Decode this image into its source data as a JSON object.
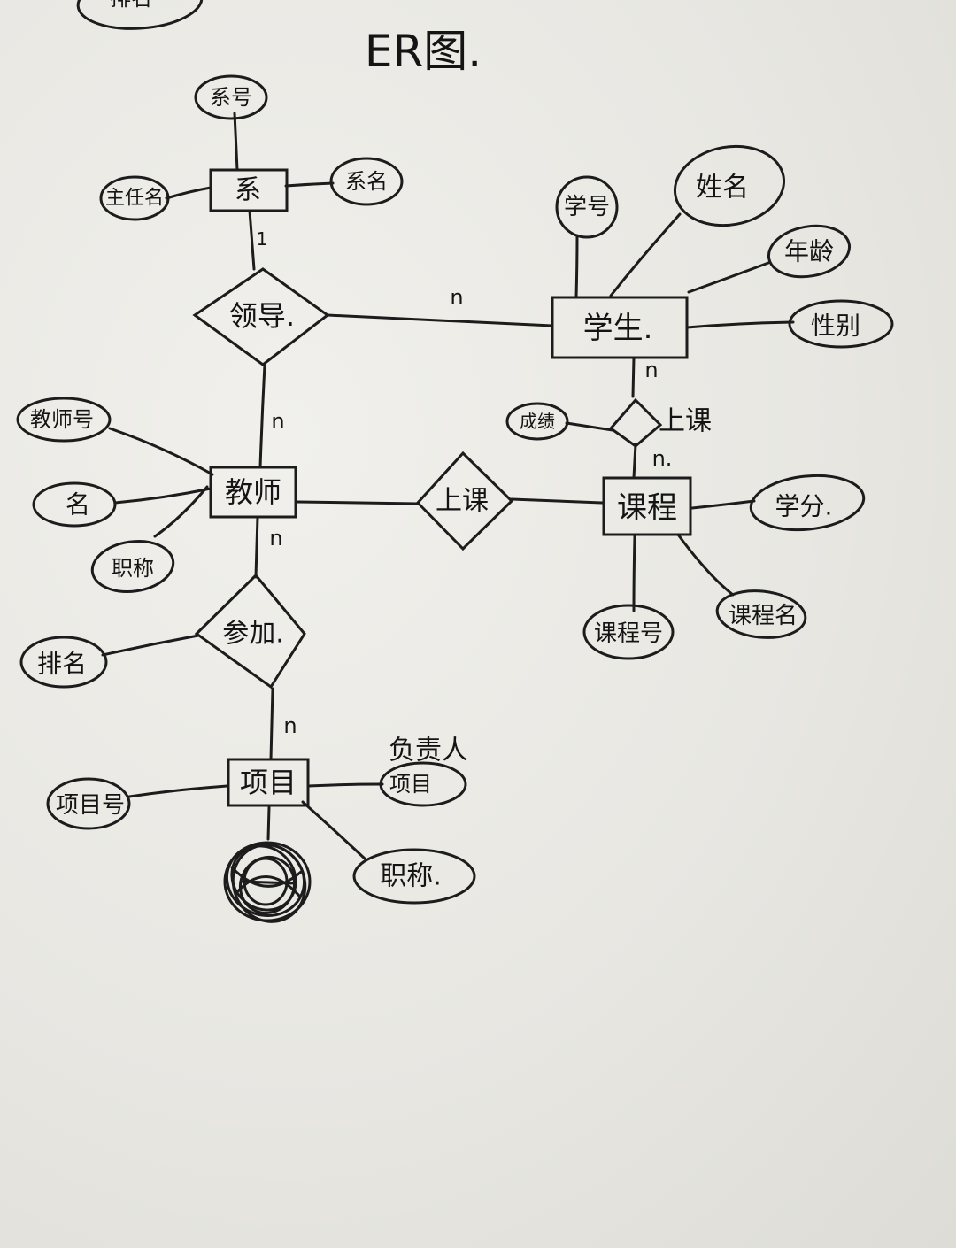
{
  "title": "ER图.",
  "colors": {
    "ink": "#1c1c1c",
    "paper": "#ecebe6"
  },
  "entities": [
    {
      "id": "dept",
      "label": "系"
    },
    {
      "id": "student",
      "label": "学生."
    },
    {
      "id": "teacher",
      "label": "教师"
    },
    {
      "id": "course",
      "label": "课程"
    },
    {
      "id": "project",
      "label": "项目"
    }
  ],
  "relationships": [
    {
      "id": "lead",
      "label": "领导."
    },
    {
      "id": "teach",
      "label": "上课"
    },
    {
      "id": "attend",
      "label": "上课"
    },
    {
      "id": "join",
      "label": "参加."
    }
  ],
  "attributes": [
    {
      "id": "cut_top",
      "label": "排名"
    },
    {
      "id": "dept_no",
      "label": "系号"
    },
    {
      "id": "dept_head",
      "label": "主任名"
    },
    {
      "id": "dept_name",
      "label": "系名"
    },
    {
      "id": "stu_no",
      "label": "学号"
    },
    {
      "id": "stu_name",
      "label": "姓名"
    },
    {
      "id": "stu_age",
      "label": "年龄"
    },
    {
      "id": "stu_sex",
      "label": "性别"
    },
    {
      "id": "t_no",
      "label": "教师号"
    },
    {
      "id": "t_name",
      "label": "名"
    },
    {
      "id": "t_title",
      "label": "职称"
    },
    {
      "id": "score",
      "label": "成绩"
    },
    {
      "id": "c_credit",
      "label": "学分."
    },
    {
      "id": "c_no",
      "label": "课程号"
    },
    {
      "id": "c_name",
      "label": "课程名"
    },
    {
      "id": "rank",
      "label": "排名"
    },
    {
      "id": "p_no",
      "label": "项目号"
    },
    {
      "id": "p_lead",
      "label": "项目"
    },
    {
      "id": "p_lead_note",
      "label": "负责人"
    },
    {
      "id": "p_title",
      "label": "职称."
    }
  ],
  "cardinalities": {
    "dept_lead": "1",
    "lead_student": "n",
    "lead_teacher": "n",
    "student_attend": "n",
    "attend_course": "n.",
    "teacher_join": "n",
    "join_project": "n"
  }
}
